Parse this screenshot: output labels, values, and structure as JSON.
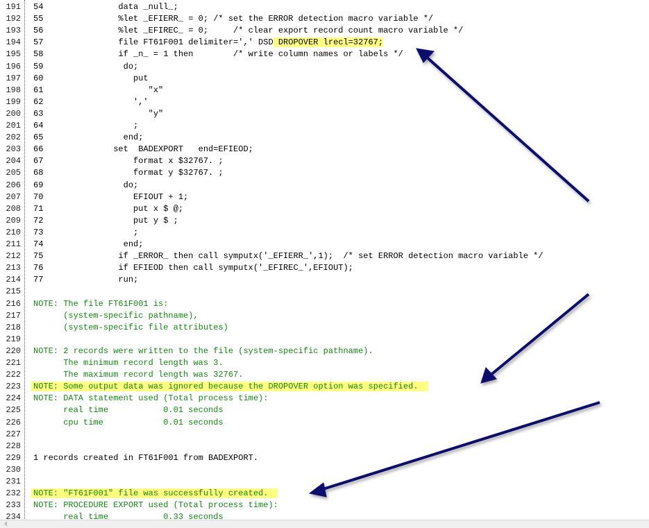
{
  "colors": {
    "note": "#128a12",
    "highlight": "#ffff80",
    "arrow": "#0a0a6e"
  },
  "lines": [
    {
      "n": "191",
      "kind": "src",
      "text": "54               data _null_;"
    },
    {
      "n": "192",
      "kind": "src",
      "text": "55               %let _EFIERR_ = 0; /* set the ERROR detection macro variable */"
    },
    {
      "n": "193",
      "kind": "src",
      "text": "56               %let _EFIREC_ = 0;     /* clear export record count macro variable */"
    },
    {
      "n": "194",
      "kind": "src",
      "text": "57               file FT61F001 delimiter=',' DSD",
      "hl": " DROPOVER lrecl=32767;"
    },
    {
      "n": "195",
      "kind": "src",
      "text": "58               if _n_ = 1 then        /* write column names or labels */"
    },
    {
      "n": "196",
      "kind": "src",
      "text": "59                do;"
    },
    {
      "n": "197",
      "kind": "src",
      "text": "60                  put"
    },
    {
      "n": "198",
      "kind": "src",
      "text": "61                     \"x\""
    },
    {
      "n": "199",
      "kind": "src",
      "text": "62                  ','"
    },
    {
      "n": "200",
      "kind": "src",
      "text": "63                     \"y\""
    },
    {
      "n": "201",
      "kind": "src",
      "text": "64                  ;"
    },
    {
      "n": "202",
      "kind": "src",
      "text": "65                end;"
    },
    {
      "n": "203",
      "kind": "src",
      "text": "66              set  BADEXPORT   end=EFIEOD;"
    },
    {
      "n": "204",
      "kind": "src",
      "text": "67                  format x $32767. ;"
    },
    {
      "n": "205",
      "kind": "src",
      "text": "68                  format y $32767. ;"
    },
    {
      "n": "206",
      "kind": "src",
      "text": "69                do;"
    },
    {
      "n": "207",
      "kind": "src",
      "text": "70                  EFIOUT + 1;"
    },
    {
      "n": "208",
      "kind": "src",
      "text": "71                  put x $ @;"
    },
    {
      "n": "209",
      "kind": "src",
      "text": "72                  put y $ ;"
    },
    {
      "n": "210",
      "kind": "src",
      "text": "73                  ;"
    },
    {
      "n": "211",
      "kind": "src",
      "text": "74                end;"
    },
    {
      "n": "212",
      "kind": "src",
      "text": "75               if _ERROR_ then call symputx('_EFIERR_',1);  /* set ERROR detection macro variable */"
    },
    {
      "n": "213",
      "kind": "src",
      "text": "76               if EFIEOD then call symputx('_EFIREC_',EFIOUT);"
    },
    {
      "n": "214",
      "kind": "src",
      "text": "77               run;"
    },
    {
      "n": "215",
      "kind": "src",
      "text": ""
    },
    {
      "n": "216",
      "kind": "note",
      "text": "NOTE: The file FT61F001 is:"
    },
    {
      "n": "217",
      "kind": "note",
      "text": "      (system-specific pathname),"
    },
    {
      "n": "218",
      "kind": "note",
      "text": "      (system-specific file attributes)"
    },
    {
      "n": "219",
      "kind": "note",
      "text": ""
    },
    {
      "n": "220",
      "kind": "note",
      "text": "NOTE: 2 records were written to the file (system-specific pathname)."
    },
    {
      "n": "221",
      "kind": "note",
      "text": "      The minimum record length was 3."
    },
    {
      "n": "222",
      "kind": "note",
      "text": "      The maximum record length was 32767."
    },
    {
      "n": "223",
      "kind": "note",
      "text": "",
      "hl_full": "NOTE: Some output data was ignored because the DROPOVER option was specified."
    },
    {
      "n": "224",
      "kind": "note",
      "text": "NOTE: DATA statement used (Total process time):"
    },
    {
      "n": "225",
      "kind": "note",
      "text": "      real time           0.01 seconds"
    },
    {
      "n": "226",
      "kind": "note",
      "text": "      cpu time            0.01 seconds"
    },
    {
      "n": "227",
      "kind": "note",
      "text": ""
    },
    {
      "n": "228",
      "kind": "note",
      "text": ""
    },
    {
      "n": "229",
      "kind": "plain",
      "text": "1 records created in FT61F001 from BADEXPORT."
    },
    {
      "n": "230",
      "kind": "plain",
      "text": ""
    },
    {
      "n": "231",
      "kind": "plain",
      "text": ""
    },
    {
      "n": "232",
      "kind": "note",
      "text": "",
      "hl_full": "NOTE: \"FT61F001\" file was successfully created."
    },
    {
      "n": "233",
      "kind": "note",
      "text": "NOTE: PROCEDURE EXPORT used (Total process time):"
    },
    {
      "n": "234",
      "kind": "note",
      "text": "      real time           0.33 seconds"
    }
  ]
}
